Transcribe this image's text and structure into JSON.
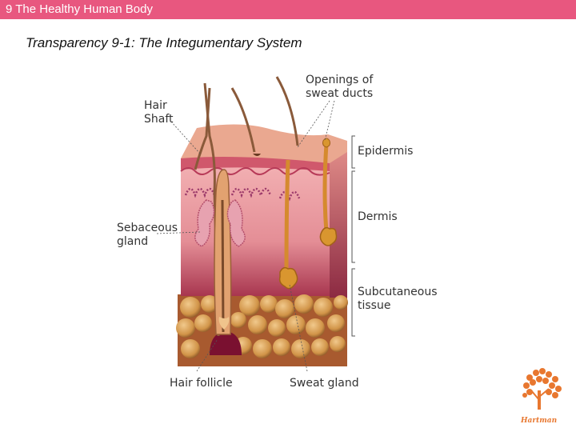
{
  "header": {
    "title": "9 The Healthy Human Body",
    "color": "#e8577f"
  },
  "slide": {
    "title": "Transparency 9-1: The Integumentary System"
  },
  "diagram": {
    "labels": {
      "hair_shaft_line1": "Hair",
      "hair_shaft_line2": "Shaft",
      "sweat_openings_line1": "Openings of",
      "sweat_openings_line2": "sweat ducts",
      "epidermis": "Epidermis",
      "dermis": "Dermis",
      "sebaceous_line1": "Sebaceous",
      "sebaceous_line2": "gland",
      "subcutaneous_line1": "Subcutaneous",
      "subcutaneous_line2": "tissue",
      "hair_follicle": "Hair follicle",
      "sweat_gland": "Sweat gland"
    },
    "colors": {
      "epidermis": "#e9a08c",
      "dermis": "#efa6a6",
      "subcutaneous": "#b86a34",
      "fat": "#d9a15a",
      "hair": "#8a5a3a",
      "gland": "#e09a3a"
    }
  },
  "logo": {
    "name": "Hartman",
    "icon": "tree-of-hearts-icon",
    "color": "#e8772f"
  }
}
